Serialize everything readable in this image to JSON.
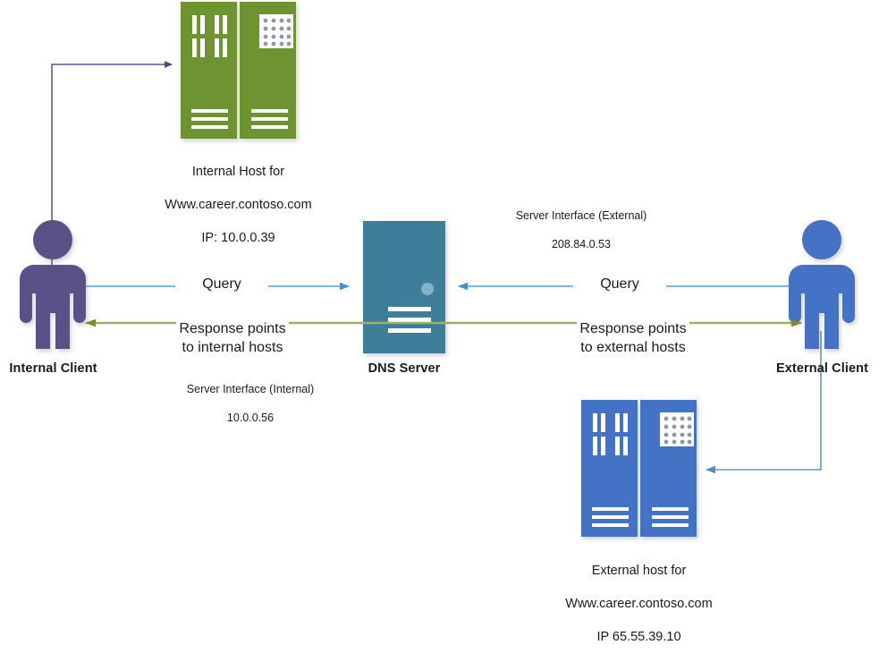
{
  "diagram": {
    "title": "DNS split-brain resolution diagram",
    "colors": {
      "green_server": "#6E9331",
      "blue_server": "#4472C4",
      "teal_server": "#3D7E9A",
      "purple_person": "#5B5189",
      "blue_person": "#4472C4",
      "query_arrow": "#5B9BD5",
      "response_arrow": "#A3AD62",
      "purple_connector": "#5B5189",
      "blue_connector": "#5B9BD5",
      "text": "#1a1a1a",
      "background": "#FFFFFF"
    },
    "nodes": {
      "internal_host": {
        "icon": "server-rack-icon",
        "color": "#6E9331",
        "label_lines": "Internal Host for\nWww.career.contoso.com\nIP: 10.0.0.39",
        "line1": "Internal Host for",
        "line2": "Www.career.contoso.com",
        "line3": "IP: 10.0.0.39"
      },
      "internal_client": {
        "icon": "person-icon",
        "color": "#5B5189",
        "label": "Internal Client"
      },
      "dns_server": {
        "icon": "server-tower-icon",
        "color": "#3D7E9A",
        "label": "DNS Server"
      },
      "external_client": {
        "icon": "person-icon",
        "color": "#4472C4",
        "label": "External Client"
      },
      "external_host": {
        "icon": "server-rack-icon",
        "color": "#4472C4",
        "label_lines": "External host for\nWww.career.contoso.com\nIP 65.55.39.10",
        "line1": "External host for",
        "line2": "Www.career.contoso.com",
        "line3": "IP 65.55.39.10"
      }
    },
    "annotations": {
      "server_interface_internal": {
        "line1": "Server Interface (Internal)",
        "line2": "10.0.0.56"
      },
      "server_interface_external": {
        "line1": "Server Interface (External)",
        "line2": "208.84.0.53"
      }
    },
    "flows": {
      "internal_query": {
        "label": "Query",
        "direction": "client-to-server",
        "color": "#5B9BD5"
      },
      "internal_response": {
        "line1": "Response points",
        "line2": "to internal hosts",
        "direction": "server-to-client",
        "color": "#A3AD62"
      },
      "external_query": {
        "label": "Query",
        "direction": "client-to-server",
        "color": "#5B9BD5"
      },
      "external_response": {
        "line1": "Response points",
        "line2": "to external hosts",
        "direction": "server-to-client",
        "color": "#A3AD62"
      },
      "internal_client_to_host": {
        "label": "",
        "color": "#5B5189"
      },
      "external_client_to_host": {
        "label": "",
        "color": "#5B9BD5"
      }
    }
  }
}
